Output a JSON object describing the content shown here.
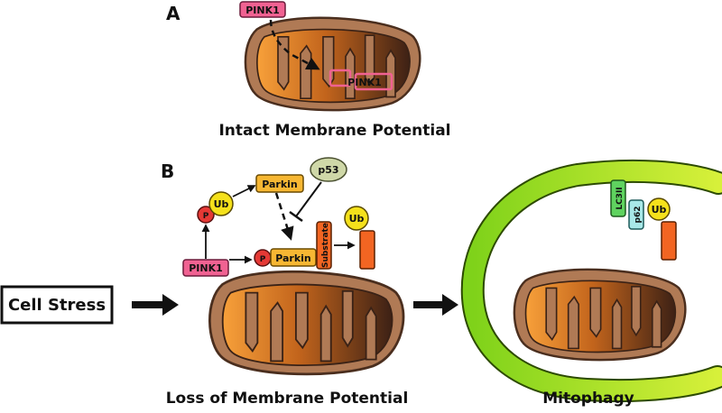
{
  "panels": {
    "a": "A",
    "b": "B"
  },
  "captions": {
    "intact": "Intact  Membrane Potential",
    "loss": "Loss of Membrane Potential",
    "mitophagy": "Mitophagy"
  },
  "labels": {
    "pink1": "PINK1",
    "parkin": "Parkin",
    "p53": "p53",
    "ub": "Ub",
    "p": "P",
    "substrate": "Substrate",
    "lc3": "LC3II",
    "p62": "p62",
    "cell_stress": "Cell Stress"
  },
  "colors": {
    "pink1": "#f06292",
    "parkin": "#f7b733",
    "p53": "#cfd8a8",
    "ub": "#f5e11b",
    "phospho": "#e53935",
    "substrate": "#f26522",
    "lc3": "#5fd35f",
    "p62": "#a8e8e8",
    "phagophore": "#a7e01e",
    "mito_outer": "#b07a55",
    "cristae_light": "#f2962e",
    "cristae_dark": "#4a2a1c"
  }
}
